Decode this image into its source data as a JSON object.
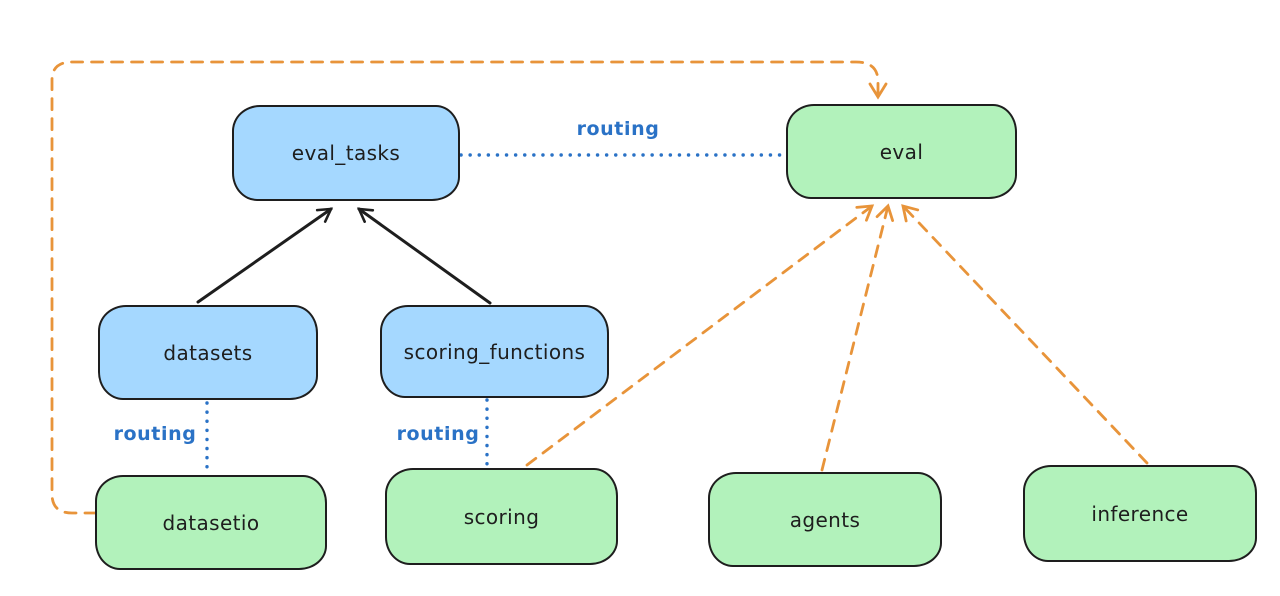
{
  "diagram": {
    "background_color": "#ffffff",
    "colors": {
      "node_stroke": "#1e1e1e",
      "blue_node_fill": "#a5d8ff",
      "green_node_fill": "#b2f2bb",
      "routing_blue": "#2a72c6",
      "arrow_orange": "#e8943a",
      "arrow_black": "#1e1e1e"
    },
    "nodes": [
      {
        "id": "eval_tasks",
        "label": "eval_tasks",
        "fill": "#a5d8ff"
      },
      {
        "id": "eval",
        "label": "eval",
        "fill": "#b2f2bb"
      },
      {
        "id": "datasets",
        "label": "datasets",
        "fill": "#a5d8ff"
      },
      {
        "id": "scoring_functions",
        "label": "scoring_functions",
        "fill": "#a5d8ff"
      },
      {
        "id": "datasetio",
        "label": "datasetio",
        "fill": "#b2f2bb"
      },
      {
        "id": "scoring",
        "label": "scoring",
        "fill": "#b2f2bb"
      },
      {
        "id": "agents",
        "label": "agents",
        "fill": "#b2f2bb"
      },
      {
        "id": "inference",
        "label": "inference",
        "fill": "#b2f2bb"
      }
    ],
    "edges": [
      {
        "from": "eval_tasks",
        "to": "eval",
        "style": "dotted",
        "color": "#2a72c6",
        "label": "routing",
        "arrowhead": false
      },
      {
        "from": "datasets",
        "to": "datasetio",
        "style": "dotted",
        "color": "#2a72c6",
        "label": "routing",
        "arrowhead": false
      },
      {
        "from": "scoring_functions",
        "to": "scoring",
        "style": "dotted",
        "color": "#2a72c6",
        "label": "routing",
        "arrowhead": false
      },
      {
        "from": "datasets",
        "to": "eval_tasks",
        "style": "solid",
        "color": "#1e1e1e",
        "label": "",
        "arrowhead": true
      },
      {
        "from": "scoring_functions",
        "to": "eval_tasks",
        "style": "solid",
        "color": "#1e1e1e",
        "label": "",
        "arrowhead": true
      },
      {
        "from": "scoring",
        "to": "eval",
        "style": "dashed",
        "color": "#e8943a",
        "label": "",
        "arrowhead": true
      },
      {
        "from": "agents",
        "to": "eval",
        "style": "dashed",
        "color": "#e8943a",
        "label": "",
        "arrowhead": true
      },
      {
        "from": "inference",
        "to": "eval",
        "style": "dashed",
        "color": "#e8943a",
        "label": "",
        "arrowhead": true
      },
      {
        "from": "datasetio",
        "to": "eval",
        "style": "dashed",
        "color": "#e8943a",
        "label": "",
        "arrowhead": true
      }
    ],
    "edge_labels": {
      "routing_top": "routing",
      "routing_datasetio": "routing",
      "routing_scoring": "routing"
    }
  }
}
